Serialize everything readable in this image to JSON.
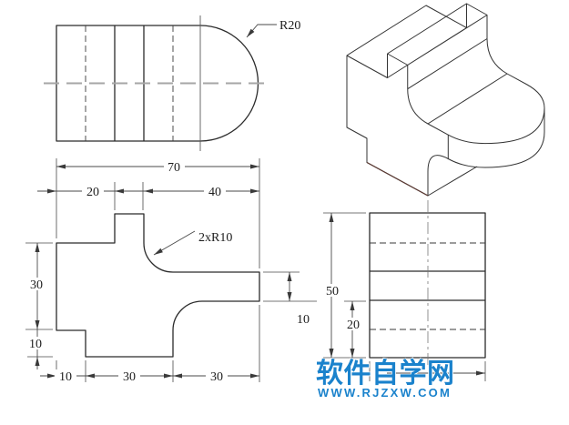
{
  "drawing_title": "third-view engineering drawing exercise",
  "colors": {
    "line": "#2b2b2b",
    "dimension": "#3a3a3a",
    "centerline": "#a6a6a6",
    "watermark_blue": "#1a82cc"
  },
  "views": {
    "top": {
      "radius_label": "R20"
    },
    "front": {
      "total_width": "70",
      "left_width": "20",
      "right_width": "40",
      "upper_height": "30",
      "lower_height": "10",
      "bottom_left": "10",
      "bottom_mid": "30",
      "bottom_right": "30",
      "arm_thickness": "10",
      "fillet_label": "2xR10"
    },
    "side": {
      "total_height": "50",
      "lower_height": "20"
    }
  },
  "watermark": {
    "name": "软件自学网",
    "site": "WWW.RJZXW.COM"
  }
}
